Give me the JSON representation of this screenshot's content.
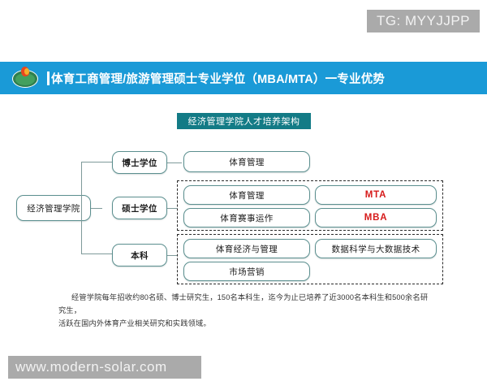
{
  "watermarks": {
    "top": "TG: MYYJJPP",
    "bottom": "www.modern-solar.com"
  },
  "banner": {
    "title": "体育工商管理/旅游管理硕士专业学位（MBA/MTA）一专业优势",
    "background_color": "#1a9ad7",
    "text_color": "#ffffff",
    "logo_name": "university-emblem"
  },
  "diagram": {
    "title": "经济管理学院人才培养架构",
    "title_background_color": "#137b86",
    "root": "经济管理学院",
    "node_border_color": "#5b8f8f",
    "accent_color": "#d61a1a",
    "levels": [
      {
        "label": "博士学位",
        "programs": [
          {
            "name": "体育管理",
            "accent": false
          }
        ]
      },
      {
        "label": "硕士学位",
        "programs": [
          {
            "name": "体育管理",
            "accent": false
          },
          {
            "name": "MTA",
            "accent": true
          },
          {
            "name": "体育赛事运作",
            "accent": false
          },
          {
            "name": "MBA",
            "accent": true
          }
        ]
      },
      {
        "label": "本科",
        "programs": [
          {
            "name": "体育经济与管理",
            "accent": false
          },
          {
            "name": "数据科学与大数据技术",
            "accent": false
          },
          {
            "name": "市场营销",
            "accent": false
          }
        ]
      }
    ]
  },
  "caption": {
    "line1": "经管学院每年招收约80名硕、博士研究生，150名本科生，迄今为止已培养了近3000名本科生和500余名研究生，",
    "line2": "活跃在国内外体育产业相关研究和实践领域。"
  }
}
